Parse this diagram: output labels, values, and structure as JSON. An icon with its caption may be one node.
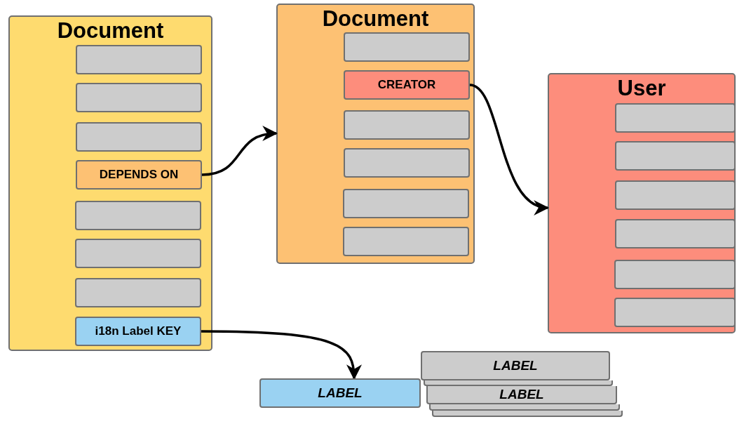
{
  "diagram": {
    "nodes": [
      {
        "text": [
          "Document"
        ]
      },
      {
        "text": [],
        "shape": "box",
        "in": 0
      },
      {
        "text": [],
        "shape": "box",
        "in": 0
      },
      {
        "text": [],
        "shape": "box",
        "in": 0
      },
      {
        "text": [
          "DEPENDS ON"
        ],
        "in": 0
      },
      {
        "text": [],
        "shape": "box",
        "in": 0
      },
      {
        "text": [],
        "shape": "box",
        "in": 0
      },
      {
        "text": [],
        "shape": "box",
        "in": 0
      },
      {
        "text": [
          "i18n Label KEY"
        ],
        "in": 0
      },
      {
        "text": [
          "Document"
        ]
      },
      {
        "text": [],
        "shape": "box",
        "in": 9
      },
      {
        "text": [
          "CREATOR"
        ],
        "in": 9
      },
      {
        "text": [],
        "shape": "box",
        "in": 9
      },
      {
        "text": [],
        "shape": "box",
        "in": 9
      },
      {
        "text": [],
        "shape": "box",
        "in": 9
      },
      {
        "text": [],
        "shape": "box",
        "in": 9
      },
      {
        "text": [
          "User"
        ]
      },
      {
        "text": [],
        "shape": "box",
        "in": 16
      },
      {
        "text": [],
        "shape": "box",
        "in": 16
      },
      {
        "text": [],
        "shape": "box",
        "in": 16
      },
      {
        "text": [],
        "shape": "box",
        "in": 16
      },
      {
        "text": [],
        "shape": "box",
        "in": 16
      },
      {
        "text": [],
        "shape": "box",
        "in": 16
      },
      {
        "text": [
          "LABEL"
        ]
      },
      {
        "text": [
          "LABEL"
        ]
      },
      {
        "text": [],
        "shape": "box"
      },
      {
        "text": [
          "LABEL"
        ]
      },
      {
        "text": [],
        "shape": "box"
      },
      {
        "text": [],
        "shape": "box"
      }
    ],
    "edges": [
      {
        "from": 4,
        "to": 9,
        "arrow": "to"
      },
      {
        "from": 11,
        "to": 16,
        "arrow": "to"
      },
      {
        "from": 8,
        "to": 23,
        "arrow": "to"
      }
    ]
  }
}
